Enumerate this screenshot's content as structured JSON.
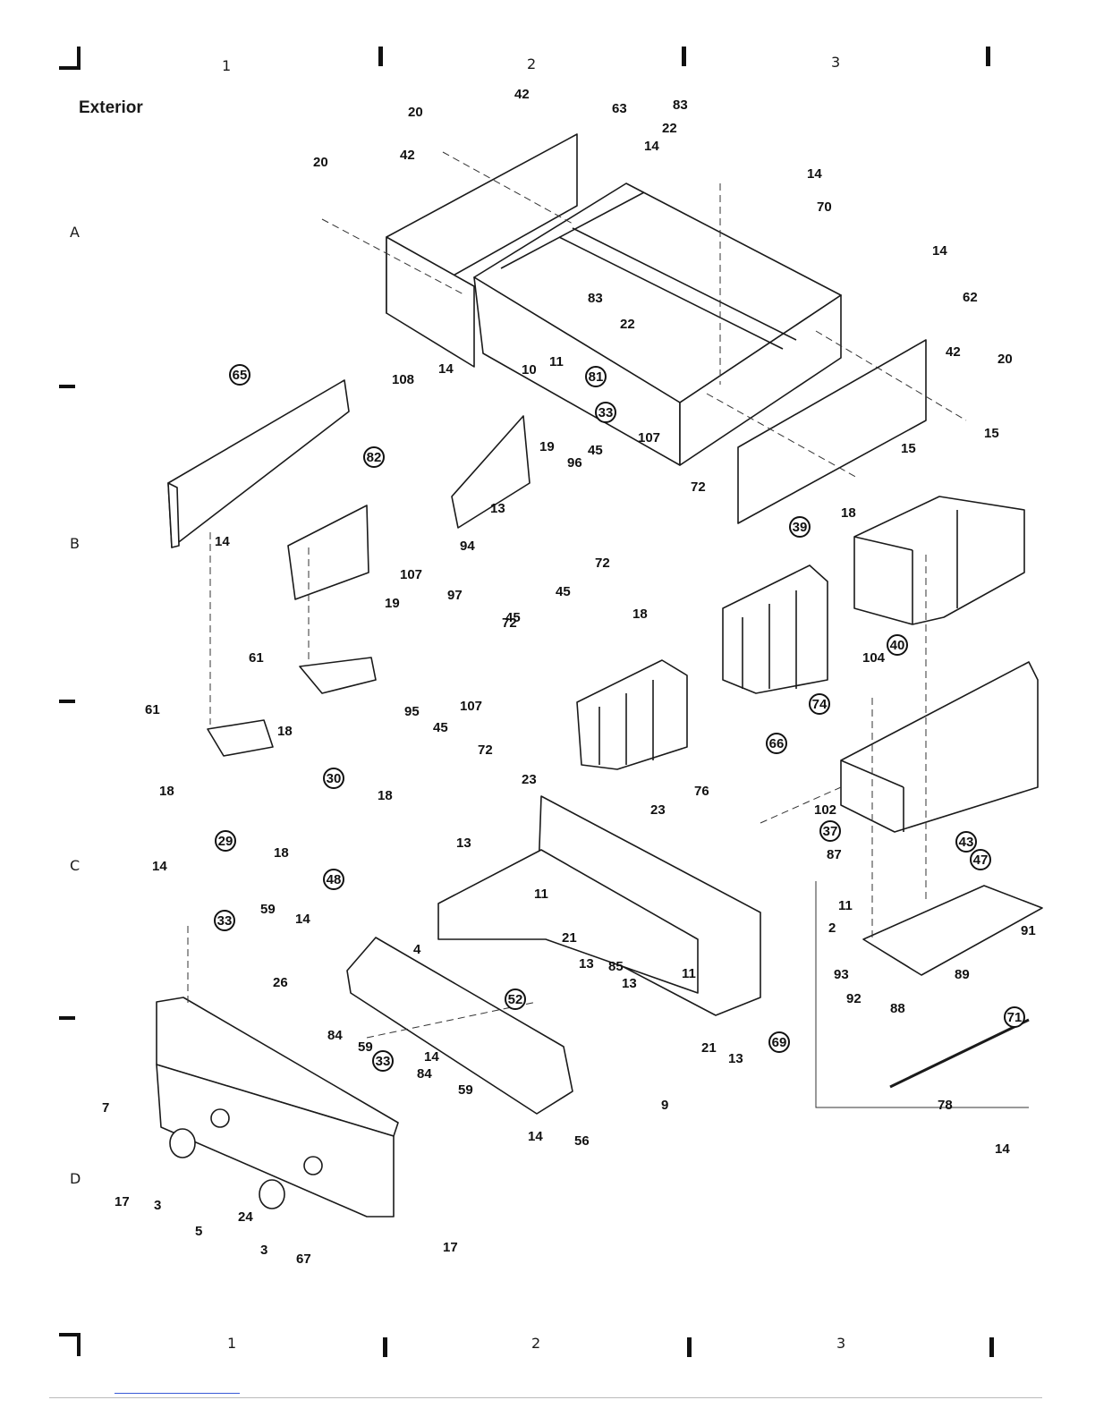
{
  "title": "Exterior",
  "grid": {
    "top_columns": [
      "1",
      "2",
      "3"
    ],
    "bottom_columns": [
      "1",
      "2",
      "3"
    ],
    "rows": [
      "A",
      "B",
      "C",
      "D"
    ]
  },
  "part_labels": [
    "42",
    "63",
    "83",
    "22",
    "14",
    "20",
    "42",
    "20",
    "14",
    "70",
    "14",
    "62",
    "42",
    "20",
    "83",
    "22",
    "14",
    "10",
    "11",
    "81",
    "33",
    "108",
    "107",
    "72",
    "19",
    "96",
    "45",
    "13",
    "72",
    "65",
    "82",
    "14",
    "94",
    "45",
    "107",
    "97",
    "72",
    "19",
    "45",
    "18",
    "39",
    "18",
    "74",
    "104",
    "40",
    "15",
    "15",
    "61",
    "18",
    "95",
    "45",
    "107",
    "72",
    "61",
    "18",
    "30",
    "18",
    "29",
    "18",
    "76",
    "23",
    "23",
    "66",
    "102",
    "37",
    "87",
    "43",
    "47",
    "14",
    "33",
    "59",
    "48",
    "13",
    "11",
    "21",
    "13",
    "85",
    "14",
    "26",
    "4",
    "52",
    "84",
    "59",
    "33",
    "84",
    "14",
    "59",
    "13",
    "11",
    "9",
    "21",
    "13",
    "69",
    "11",
    "2",
    "91",
    "93",
    "92",
    "88",
    "89",
    "71",
    "78",
    "7",
    "56",
    "14",
    "17",
    "3",
    "5",
    "24",
    "3",
    "67",
    "17",
    "14"
  ],
  "circled_labels": [
    "65",
    "82",
    "81",
    "33",
    "39",
    "74",
    "76",
    "40",
    "66",
    "37",
    "43",
    "47",
    "48",
    "33",
    "52",
    "33",
    "69",
    "71",
    "30",
    "29"
  ],
  "colors": {
    "ink": "#111111",
    "paper": "#ffffff",
    "link": "#3a5bd6"
  }
}
